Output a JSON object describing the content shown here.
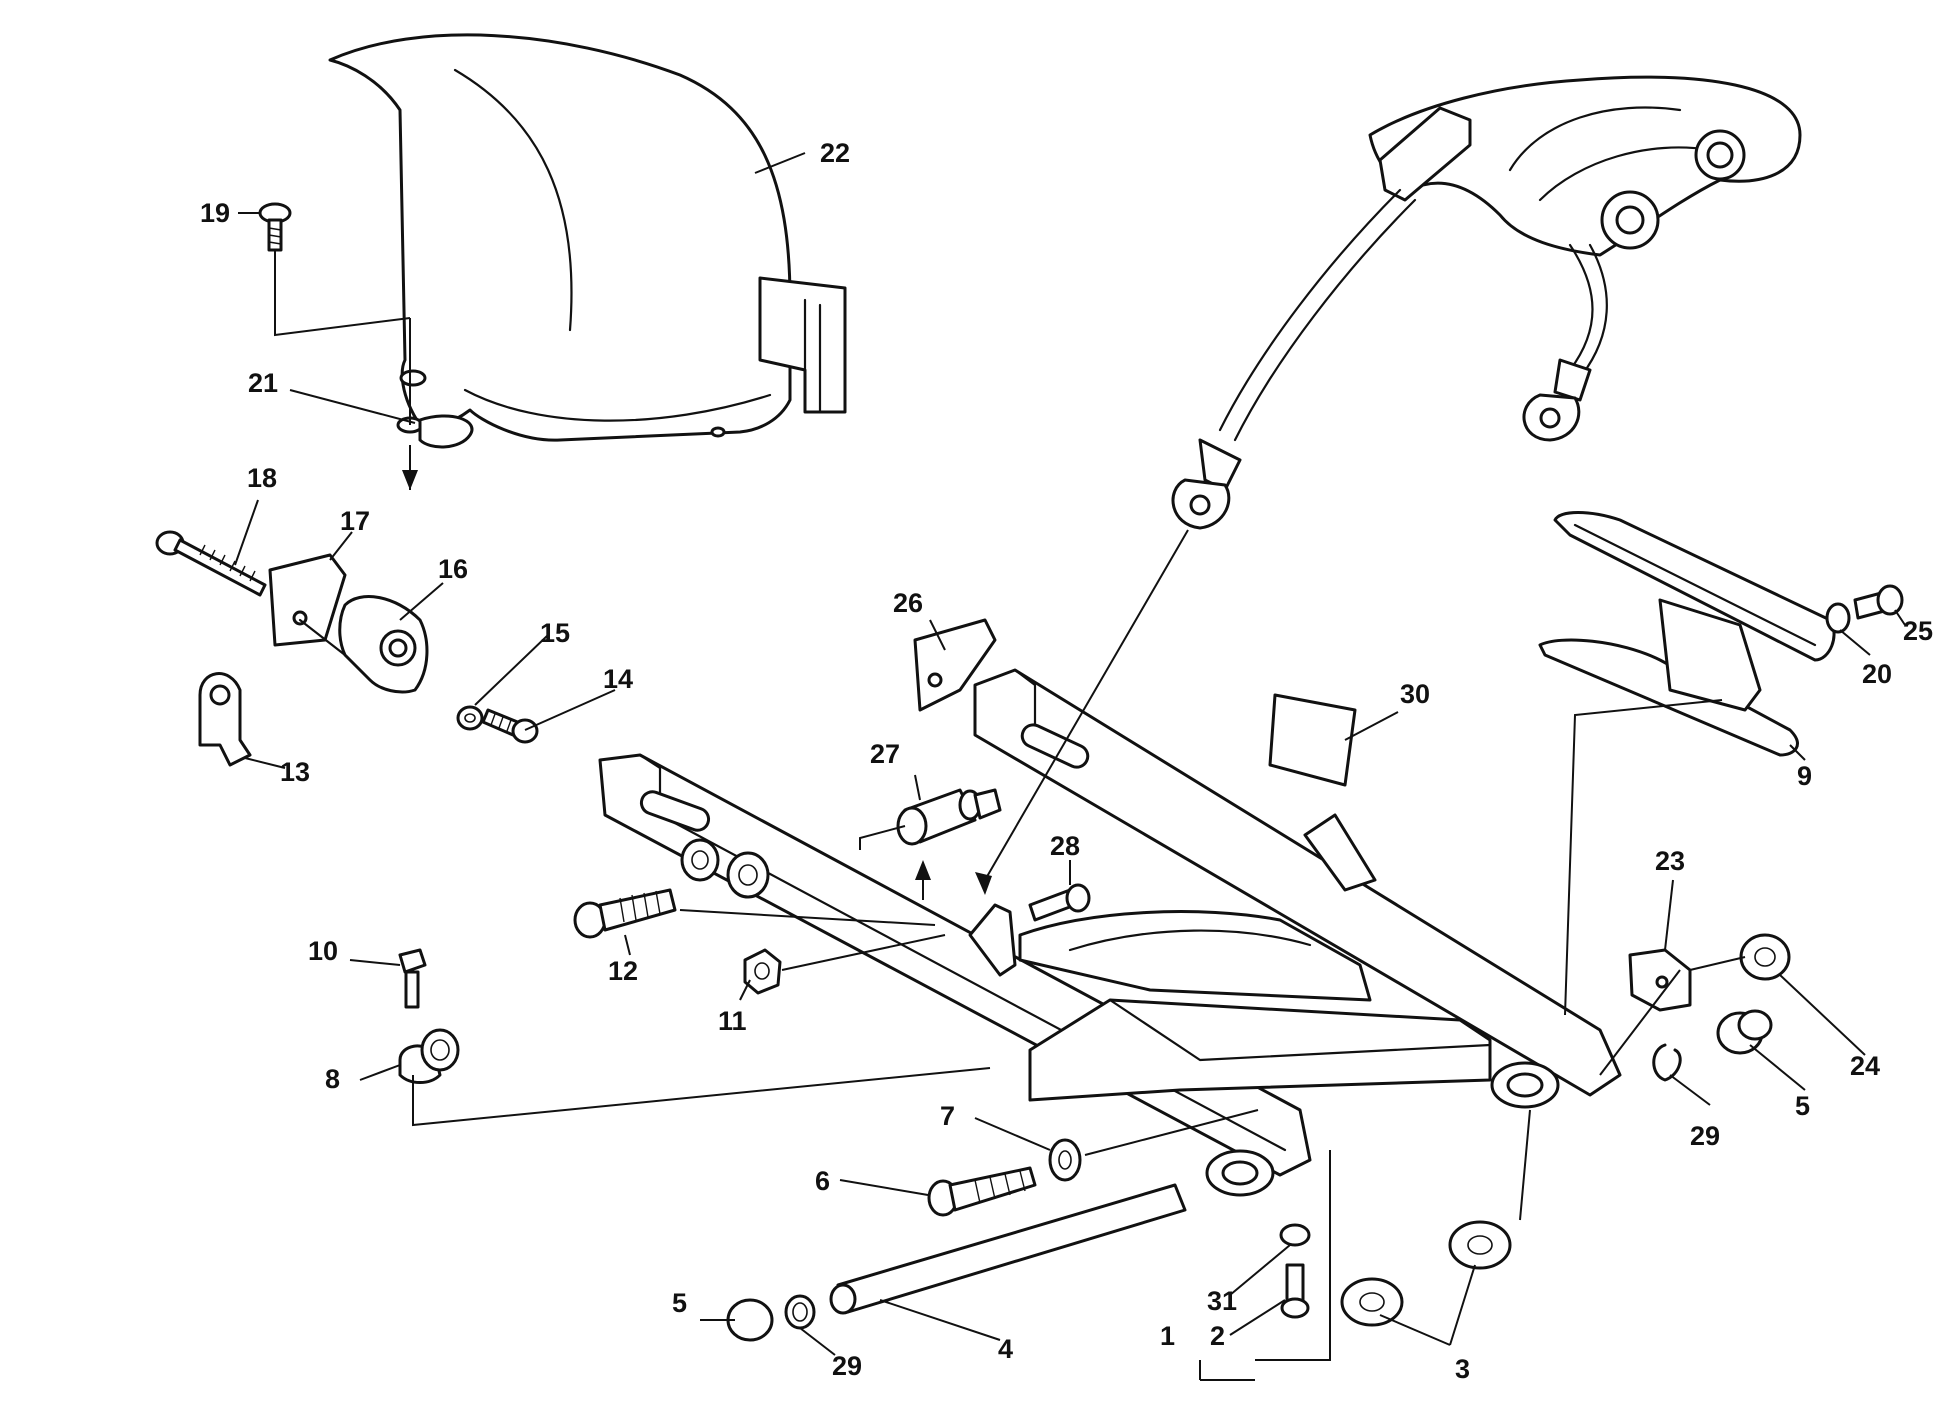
{
  "diagram": {
    "callouts": [
      {
        "id": "c1",
        "text": "1"
      },
      {
        "id": "c2",
        "text": "2"
      },
      {
        "id": "c3",
        "text": "3"
      },
      {
        "id": "c4",
        "text": "4"
      },
      {
        "id": "c5a",
        "text": "5"
      },
      {
        "id": "c5b",
        "text": "5"
      },
      {
        "id": "c6",
        "text": "6"
      },
      {
        "id": "c7",
        "text": "7"
      },
      {
        "id": "c8",
        "text": "8"
      },
      {
        "id": "c9",
        "text": "9"
      },
      {
        "id": "c10",
        "text": "10"
      },
      {
        "id": "c11",
        "text": "11"
      },
      {
        "id": "c12",
        "text": "12"
      },
      {
        "id": "c13",
        "text": "13"
      },
      {
        "id": "c14",
        "text": "14"
      },
      {
        "id": "c15",
        "text": "15"
      },
      {
        "id": "c16",
        "text": "16"
      },
      {
        "id": "c17",
        "text": "17"
      },
      {
        "id": "c18",
        "text": "18"
      },
      {
        "id": "c19",
        "text": "19"
      },
      {
        "id": "c20",
        "text": "20"
      },
      {
        "id": "c21",
        "text": "21"
      },
      {
        "id": "c22",
        "text": "22"
      },
      {
        "id": "c23",
        "text": "23"
      },
      {
        "id": "c24",
        "text": "24"
      },
      {
        "id": "c25",
        "text": "25"
      },
      {
        "id": "c26",
        "text": "26"
      },
      {
        "id": "c27",
        "text": "27"
      },
      {
        "id": "c28",
        "text": "28"
      },
      {
        "id": "c29a",
        "text": "29"
      },
      {
        "id": "c29b",
        "text": "29"
      },
      {
        "id": "c30",
        "text": "30"
      },
      {
        "id": "c31",
        "text": "31"
      }
    ]
  }
}
